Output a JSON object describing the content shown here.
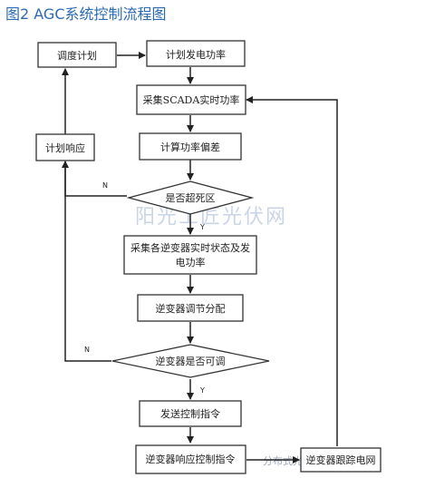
{
  "title": "图2  AGC系统控制流程图",
  "nodes": {
    "dispatch_plan": "调度计划",
    "plan_power": "计划发电功率",
    "scada_power": "采集SCADA实时功率",
    "calc_deviation": "计算功率偏差",
    "deadband": "是否超死区",
    "collect_line1": "采集各逆变器实时状态及发",
    "collect_line2": "电功率",
    "dispatch_alloc": "逆变器调节分配",
    "adjustable": "逆变器是否可调",
    "send_cmd": "发送控制指令",
    "respond_cmd": "逆变器响应控制指令",
    "plan_response": "计划响应",
    "grid_plan": "逆变器跟踪电网"
  },
  "edge_labels": {
    "no1": "N",
    "yes1": "Y",
    "no2": "N",
    "yes2": "Y"
  },
  "watermark": {
    "main": "阳光工匠光伏网",
    "small": "分布式光伏电网"
  }
}
